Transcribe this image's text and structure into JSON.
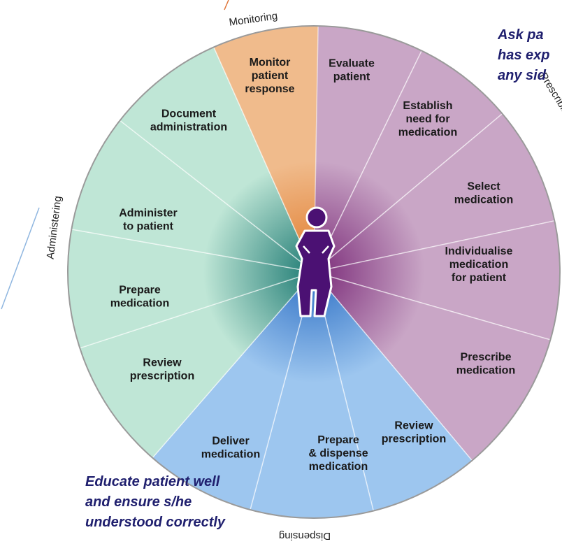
{
  "phases": {
    "monitoring": "Monitoring",
    "prescribing": "Prescribing",
    "dispensing": "Dispensing",
    "administering": "Administering"
  },
  "segments": [
    {
      "lines": [
        "Evaluate",
        "patient"
      ],
      "phase": "prescribing"
    },
    {
      "lines": [
        "Establish",
        "need for",
        "medication"
      ],
      "phase": "prescribing"
    },
    {
      "lines": [
        "Select",
        "medication"
      ],
      "phase": "prescribing"
    },
    {
      "lines": [
        "Individualise",
        "medication",
        "for patient"
      ],
      "phase": "prescribing"
    },
    {
      "lines": [
        "Prescribe",
        "medication"
      ],
      "phase": "prescribing"
    },
    {
      "lines": [
        "Review",
        "prescription"
      ],
      "phase": "dispensing"
    },
    {
      "lines": [
        "Prepare",
        "& dispense",
        "medication"
      ],
      "phase": "dispensing"
    },
    {
      "lines": [
        "Deliver",
        "medication"
      ],
      "phase": "dispensing"
    },
    {
      "lines": [
        "Review",
        "prescription"
      ],
      "phase": "administering"
    },
    {
      "lines": [
        "Prepare",
        "medication"
      ],
      "phase": "administering"
    },
    {
      "lines": [
        "Administer",
        "to patient"
      ],
      "phase": "administering"
    },
    {
      "lines": [
        "Document",
        "administration"
      ],
      "phase": "administering"
    },
    {
      "lines": [
        "Monitor",
        "patient",
        "response"
      ],
      "phase": "monitoring"
    }
  ],
  "colors": {
    "prescribing": "#c9a6c6",
    "prescribing_dark": "#7a2a78",
    "dispensing": "#9dc6ef",
    "dispensing_dark": "#2d6fc4",
    "administering": "#bfe6d6",
    "administering_dark": "#1e7a73",
    "monitoring": "#f0bb8c",
    "monitoring_dark": "#e07a2a",
    "figure": "#4b1173",
    "note_text": "#1f1f6e"
  },
  "notes": {
    "top": "Ask pa\nhas exp\nany sid",
    "bottom": "Educate patient well\nand ensure s/he\nunderstood correctly"
  },
  "icons": {
    "center": "person-icon"
  }
}
